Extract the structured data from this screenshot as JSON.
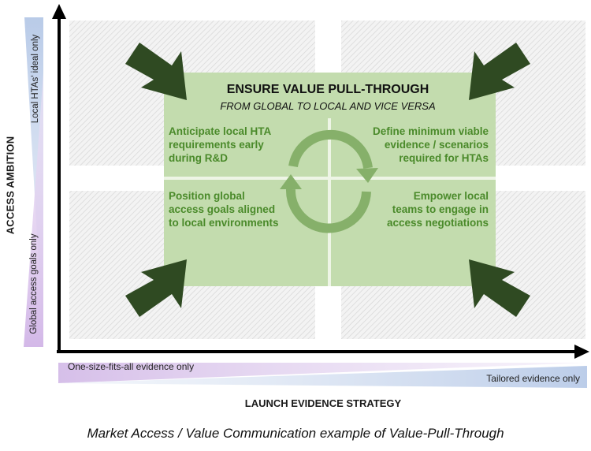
{
  "diagram": {
    "y_axis": {
      "title": "ACCESS AMBITION",
      "high_label": "Local HTAs' ideal only",
      "low_label": "Global access goals only"
    },
    "x_axis": {
      "title": "LAUNCH EVIDENCE STRATEGY",
      "low_label": "One-size-fits-all evidence only",
      "high_label": "Tailored evidence only"
    },
    "center": {
      "title": "ENSURE VALUE PULL-THROUGH",
      "subtitle": "FROM GLOBAL TO LOCAL AND VICE VERSA"
    },
    "quadrants": {
      "top_left": [
        "Anticipate local HTA",
        "requirements early",
        "during R&D"
      ],
      "top_right": [
        "Define minimum viable",
        "evidence / scenarios",
        "required for HTAs"
      ],
      "bottom_left": [
        "Position global",
        "access goals aligned",
        "to local environments"
      ],
      "bottom_right": [
        "Empower local",
        "teams to engage in",
        "access negotiations"
      ]
    },
    "caption": "Market Access / Value Communication example of Value-Pull-Through",
    "colors": {
      "green_panel": "#c3dcae",
      "green_text": "#4a8a2a",
      "dark_arrow": "#2f4a22",
      "cycle_arrow": "#86b06a",
      "blue_band": "#c9d7ec",
      "purple_band": "#dcc6ea",
      "hatch": "#dcdcdc"
    }
  }
}
